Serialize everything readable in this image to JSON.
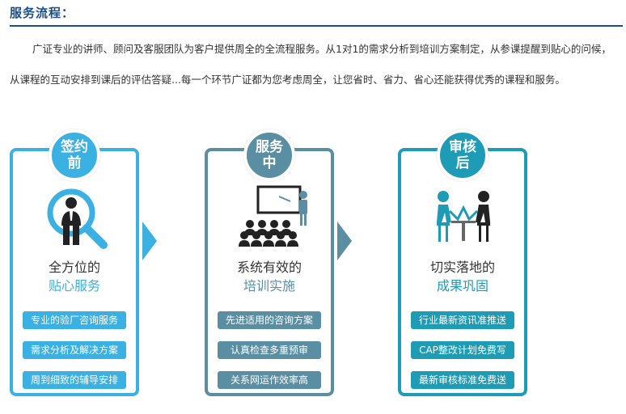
{
  "header": {
    "title": "服务流程："
  },
  "intro": "广证专业的讲师、顾问及客服团队为客户提供周全的全流程服务。从1对1的需求分析到培训方案制定，从参课提醒到贴心的问候，从课程的互动安排到课后的评估答疑...每一个环节广证都为您考虑周全，让您省时、省力、省心还能获得优秀的课程和服务。",
  "colors": {
    "blue": "#3ab0e3",
    "slate": "#5a8ea3",
    "teal": "#1e9bb5",
    "header": "#1a4f8b"
  },
  "stages": [
    {
      "badge": [
        "签约",
        "前"
      ],
      "title": "全方位的",
      "subtitle": "贴心服务",
      "icon": "magnifier-person-icon",
      "items": [
        "专业的验厂咨询服务",
        "需求分析及解决方案",
        "周到细致的辅导安排"
      ]
    },
    {
      "badge": [
        "服务",
        "中"
      ],
      "title": "系统有效的",
      "subtitle": "培训实施",
      "icon": "presentation-audience-icon",
      "items": [
        "先进适用的咨询方案",
        "认真检查多重预审",
        "关系网运作效率高"
      ]
    },
    {
      "badge": [
        "审核",
        "后"
      ],
      "title": "切实落地的",
      "subtitle": "成果巩固",
      "icon": "handshake-meeting-icon",
      "items": [
        "行业最新资讯准推送",
        "CAP整改计划免费写",
        "最新审核标准免费送"
      ]
    }
  ]
}
